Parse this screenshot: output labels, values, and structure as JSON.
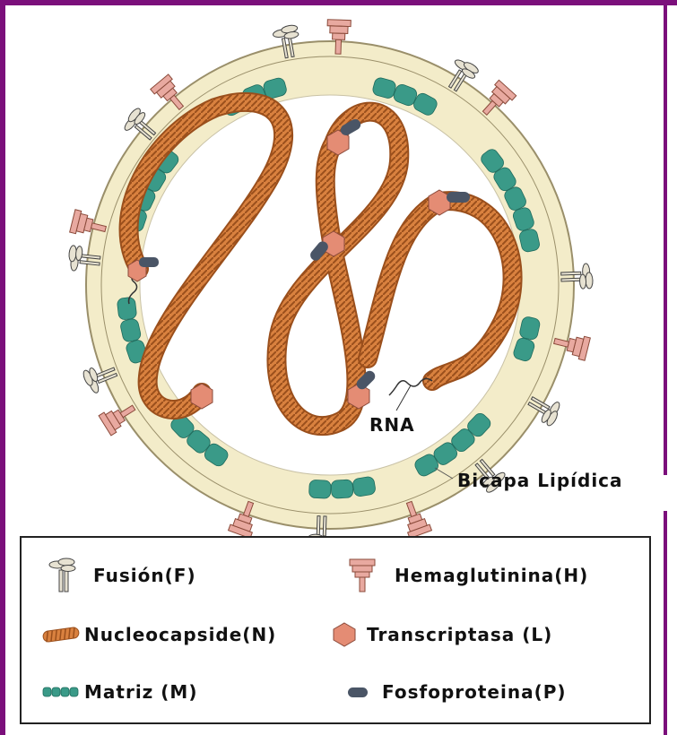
{
  "labels": {
    "rna": "RNA",
    "bilayer": "Bicapa Lipídica"
  },
  "legend": {
    "fusion": "Fusión(F)",
    "hemagglutinin": "Hemaglutinina(H)",
    "nucleocapsid": "Nucleocapside(N)",
    "transcriptase": "Transcriptasa (L)",
    "matrix": "Matriz (M)",
    "phosphoprotein": "Fosfoproteina(P)"
  },
  "colors": {
    "frame": "#7b0f7b",
    "membrane": "#f3ecc9",
    "membrane_outline": "#9a8f6a",
    "matrix": "#3a9a88",
    "nucleocapsid": "#d9813f",
    "nucleocapsid_dark": "#9a4f1c",
    "transcriptase": "#e48c74",
    "phosphoprotein": "#4a5566",
    "hemagglutinin": "#e8a9a0",
    "fusion": "#e7e2d2"
  }
}
